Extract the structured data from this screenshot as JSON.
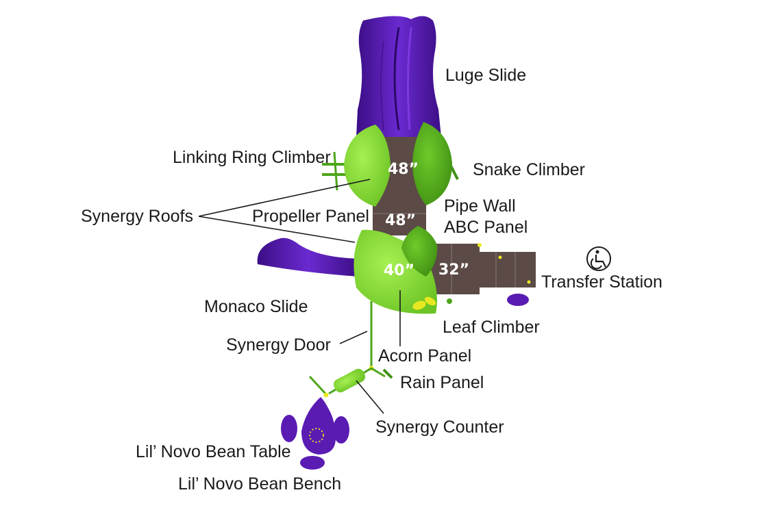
{
  "colors": {
    "purple": "#5a1bb3",
    "purple_dark": "#3c0e86",
    "green": "#8de33a",
    "green_dark": "#5fb51e",
    "deck": "#5b4a46",
    "deck_line": "#8a7a74",
    "yellow": "#e8e820"
  },
  "labels": {
    "luge_slide": "Luge Slide",
    "linking_ring_climber": "Linking Ring Climber",
    "snake_climber": "Snake Climber",
    "synergy_roofs": "Synergy Roofs",
    "propeller_panel": "Propeller Panel",
    "pipe_wall_line1": "Pipe Wall",
    "abc_panel_line2": "ABC Panel",
    "transfer_station": "Transfer Station",
    "monaco_slide": "Monaco Slide",
    "leaf_climber": "Leaf Climber",
    "synergy_door": "Synergy Door",
    "acorn_panel": "Acorn Panel",
    "rain_panel": "Rain Panel",
    "synergy_counter": "Synergy Counter",
    "bean_table": "Lil’ Novo Bean Table",
    "bean_bench": "Lil’ Novo Bean Bench"
  },
  "deck_heights": {
    "top": "48”",
    "middle": "48”",
    "main": "40”",
    "side": "32”"
  },
  "icons": {
    "accessibility": "wheelchair-icon"
  }
}
